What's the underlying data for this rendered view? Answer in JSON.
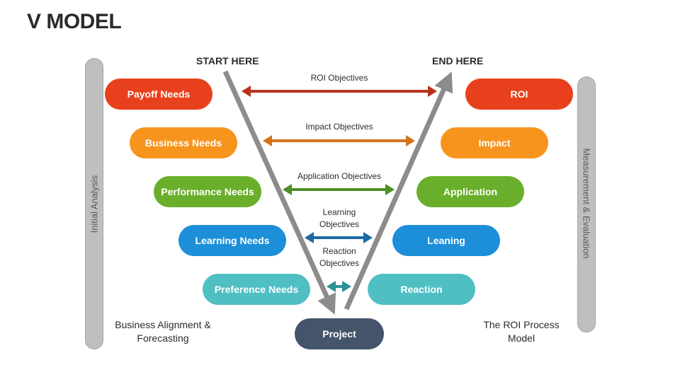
{
  "title": "V MODEL",
  "start_label": "START HERE",
  "end_label": "END HERE",
  "left_bar_label": "Initial Analysis",
  "right_bar_label": "Measurement & Evaluation",
  "left_note": "Business Alignment & Forecasting",
  "right_note": "The ROI Process Model",
  "project_label": "Project",
  "levels": [
    {
      "need": "Payoff Needs",
      "objective": "ROI Objectives",
      "result": "ROI",
      "color": "#e8401c",
      "arrow_color": "#b7331c"
    },
    {
      "need": "Business Needs",
      "objective": "Impact Objectives",
      "result": "Impact",
      "color": "#f7941d",
      "arrow_color": "#d4731b"
    },
    {
      "need": "Performance Needs",
      "objective": "Application Objectives",
      "result": "Application",
      "color": "#6aaf2b",
      "arrow_color": "#4f8d25"
    },
    {
      "need": "Learning Needs",
      "objective": "Learning Objectives",
      "result": "Leaning",
      "color": "#1c8fd8",
      "arrow_color": "#1b6aa3"
    },
    {
      "need": "Preference Needs",
      "objective": "Reaction Objectives",
      "result": "Reaction",
      "color": "#4fbfc4",
      "arrow_color": "#2a9196"
    }
  ],
  "project_color": "#44546a",
  "bar_color": "#bfbfbf",
  "v_arrow_color": "#8c8c8c"
}
